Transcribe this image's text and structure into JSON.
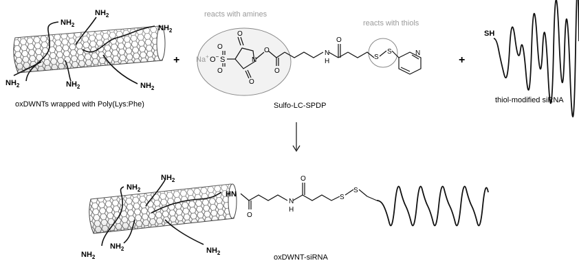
{
  "reactants": {
    "nanotube_caption": "oxDWNTs wrapped with Poly(Lys:Phe)",
    "linker_caption": "Sulfo-LC-SPDP",
    "sirna_caption": "thiol-modified siRNA",
    "plus": "+"
  },
  "annotations": {
    "amines": "reacts with amines",
    "thiols": "reacts with thiols"
  },
  "groups": {
    "amine": "NH",
    "amine_sub": "2",
    "thiol": "SH",
    "sodium": "Na",
    "sodium_charge": "+",
    "sulfonate": "O",
    "sulfonate_charge": "−",
    "sulfur": "S",
    "oxygen": "O",
    "nitrogen": "N",
    "amide_h": "H",
    "hn": "HN"
  },
  "product": {
    "caption": "oxDWNT-siRNA"
  }
}
